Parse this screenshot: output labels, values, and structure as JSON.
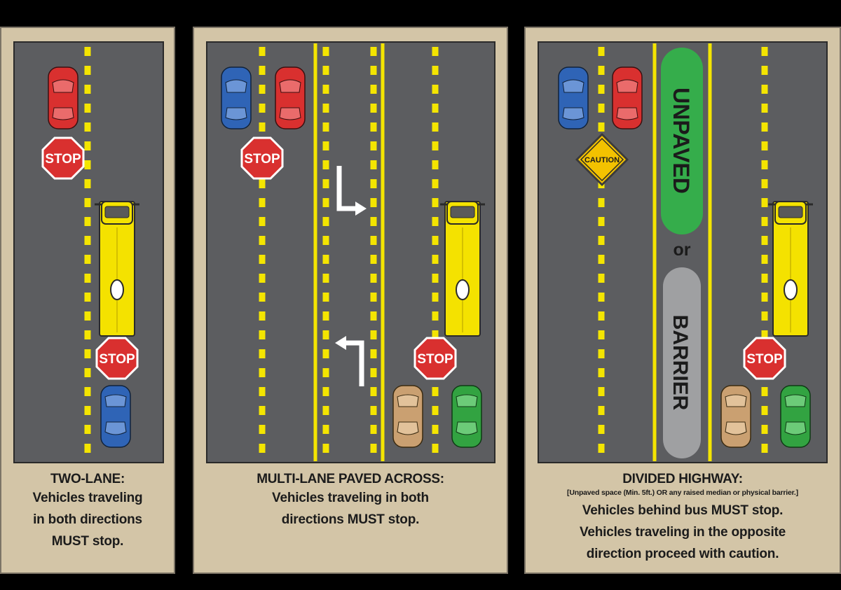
{
  "panels": [
    {
      "title": "TWO-LANE:",
      "lines": [
        {
          "pre": "Vehicles traveling",
          "bold": "",
          "post": ""
        },
        {
          "pre": "in both directions",
          "bold": "",
          "post": ""
        },
        {
          "pre": "",
          "bold": "MUST",
          "post": " stop."
        }
      ],
      "signs": [
        "STOP",
        "STOP"
      ]
    },
    {
      "title": "MULTI-LANE PAVED ACROSS:",
      "lines": [
        {
          "pre": "Vehicles traveling in both",
          "bold": "",
          "post": ""
        },
        {
          "pre": "directions ",
          "bold": "MUST",
          "post": " stop."
        }
      ],
      "signs": [
        "STOP",
        "STOP"
      ]
    },
    {
      "title": "DIVIDED HIGHWAY:",
      "note": "[Unpaved space (Min. 5ft.) OR any raised median or physical barrier.]",
      "lines": [
        {
          "pre": "Vehicles behind bus ",
          "bold": "MUST",
          "post": " stop."
        },
        {
          "pre": "Vehicles traveling in the opposite",
          "bold": "",
          "post": ""
        },
        {
          "pre": "direction proceed with caution.",
          "bold": "",
          "post": ""
        }
      ],
      "signs": [
        "CAUTION",
        "STOP"
      ],
      "median": {
        "top": "UNPAVED",
        "middle": "or",
        "bottom": "BARRIER"
      }
    }
  ],
  "colors": {
    "road": "#5c5d60",
    "background": "#d3c5a7",
    "line": "#f4e500",
    "stop": "#d9302f",
    "bus": "#f4e200",
    "red_car": "#d9302f",
    "blue_car": "#2f64b6",
    "tan_car": "#caa071",
    "green_car": "#32a341",
    "unpaved": "#35ad4b",
    "barrier": "#9fa0a2",
    "caution": "#f3c200"
  }
}
